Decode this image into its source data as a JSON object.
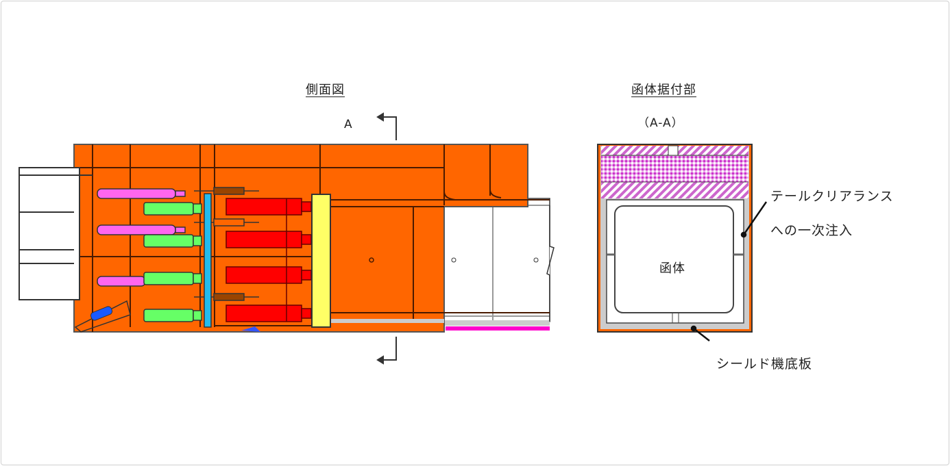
{
  "side_view": {
    "title": "側面図",
    "section_mark": "A"
  },
  "section_view": {
    "title": "函体据付部",
    "subtitle": "（A-A）",
    "box_label": "函体",
    "annotation_tail_clearance_line1": "テールクリアランス",
    "annotation_tail_clearance_line2": "への一次注入",
    "annotation_bottom_plate": "シールド機底板"
  },
  "colors": {
    "body": "#ff6600",
    "outline": "#4a1a00",
    "pink_cylinder": "#ff66ee",
    "green_cylinder": "#66ff66",
    "red_jack": "#ff0000",
    "blue_bar": "#22bbee",
    "yellow_ring": "#ffff66",
    "magenta_strip": "#ff00cc"
  }
}
